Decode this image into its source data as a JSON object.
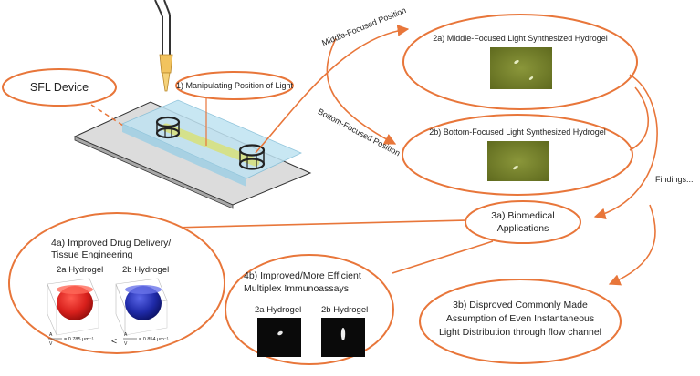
{
  "labels": {
    "sfl_device": "SFL Device",
    "step1": "1) Manipulating Position of Light",
    "middle_focused": "Middle-Focused Position",
    "bottom_focused": "Bottom-Focused Position",
    "hydrogel_2a_title": "2a) Middle-Focused Light Synthesized Hydrogel",
    "hydrogel_2b_title": "2b) Bottom-Focused Light Synthesized Hydrogel",
    "findings": "Findings...",
    "app_3a_line1": "3a) Biomedical",
    "app_3a_line2": "Applications",
    "box_4a_line1": "4a) Improved Drug Delivery/",
    "box_4a_line2": "Tissue Engineering",
    "box_4a_gel_a": "2a Hydrogel",
    "box_4a_gel_b": "2b Hydrogel",
    "ratio_a_value": "= 0.785 μm⁻¹",
    "ratio_b_value": "= 0.854 μm⁻¹",
    "less_than": "<",
    "box_4b_line1": "4b) Improved/More Efficient",
    "box_4b_line2": "Multiplex Immunoassays",
    "box_4b_gel_a": "2a Hydrogel",
    "box_4b_gel_b": "2b Hydrogel",
    "box_3b_line1": "3b) Disproved Commonly Made",
    "box_3b_line2": "Assumption of Even Instantaneous",
    "box_3b_line3": "Light Distribution through flow channel"
  },
  "colors": {
    "accent": "#e8763a",
    "hydrogel_image": "#7f8a2e",
    "red_hydrogel": "#d8201c",
    "blue_hydrogel": "#1f2aa8",
    "channel": "#bfe3f2",
    "pipette_tip": "#f2c35e"
  }
}
